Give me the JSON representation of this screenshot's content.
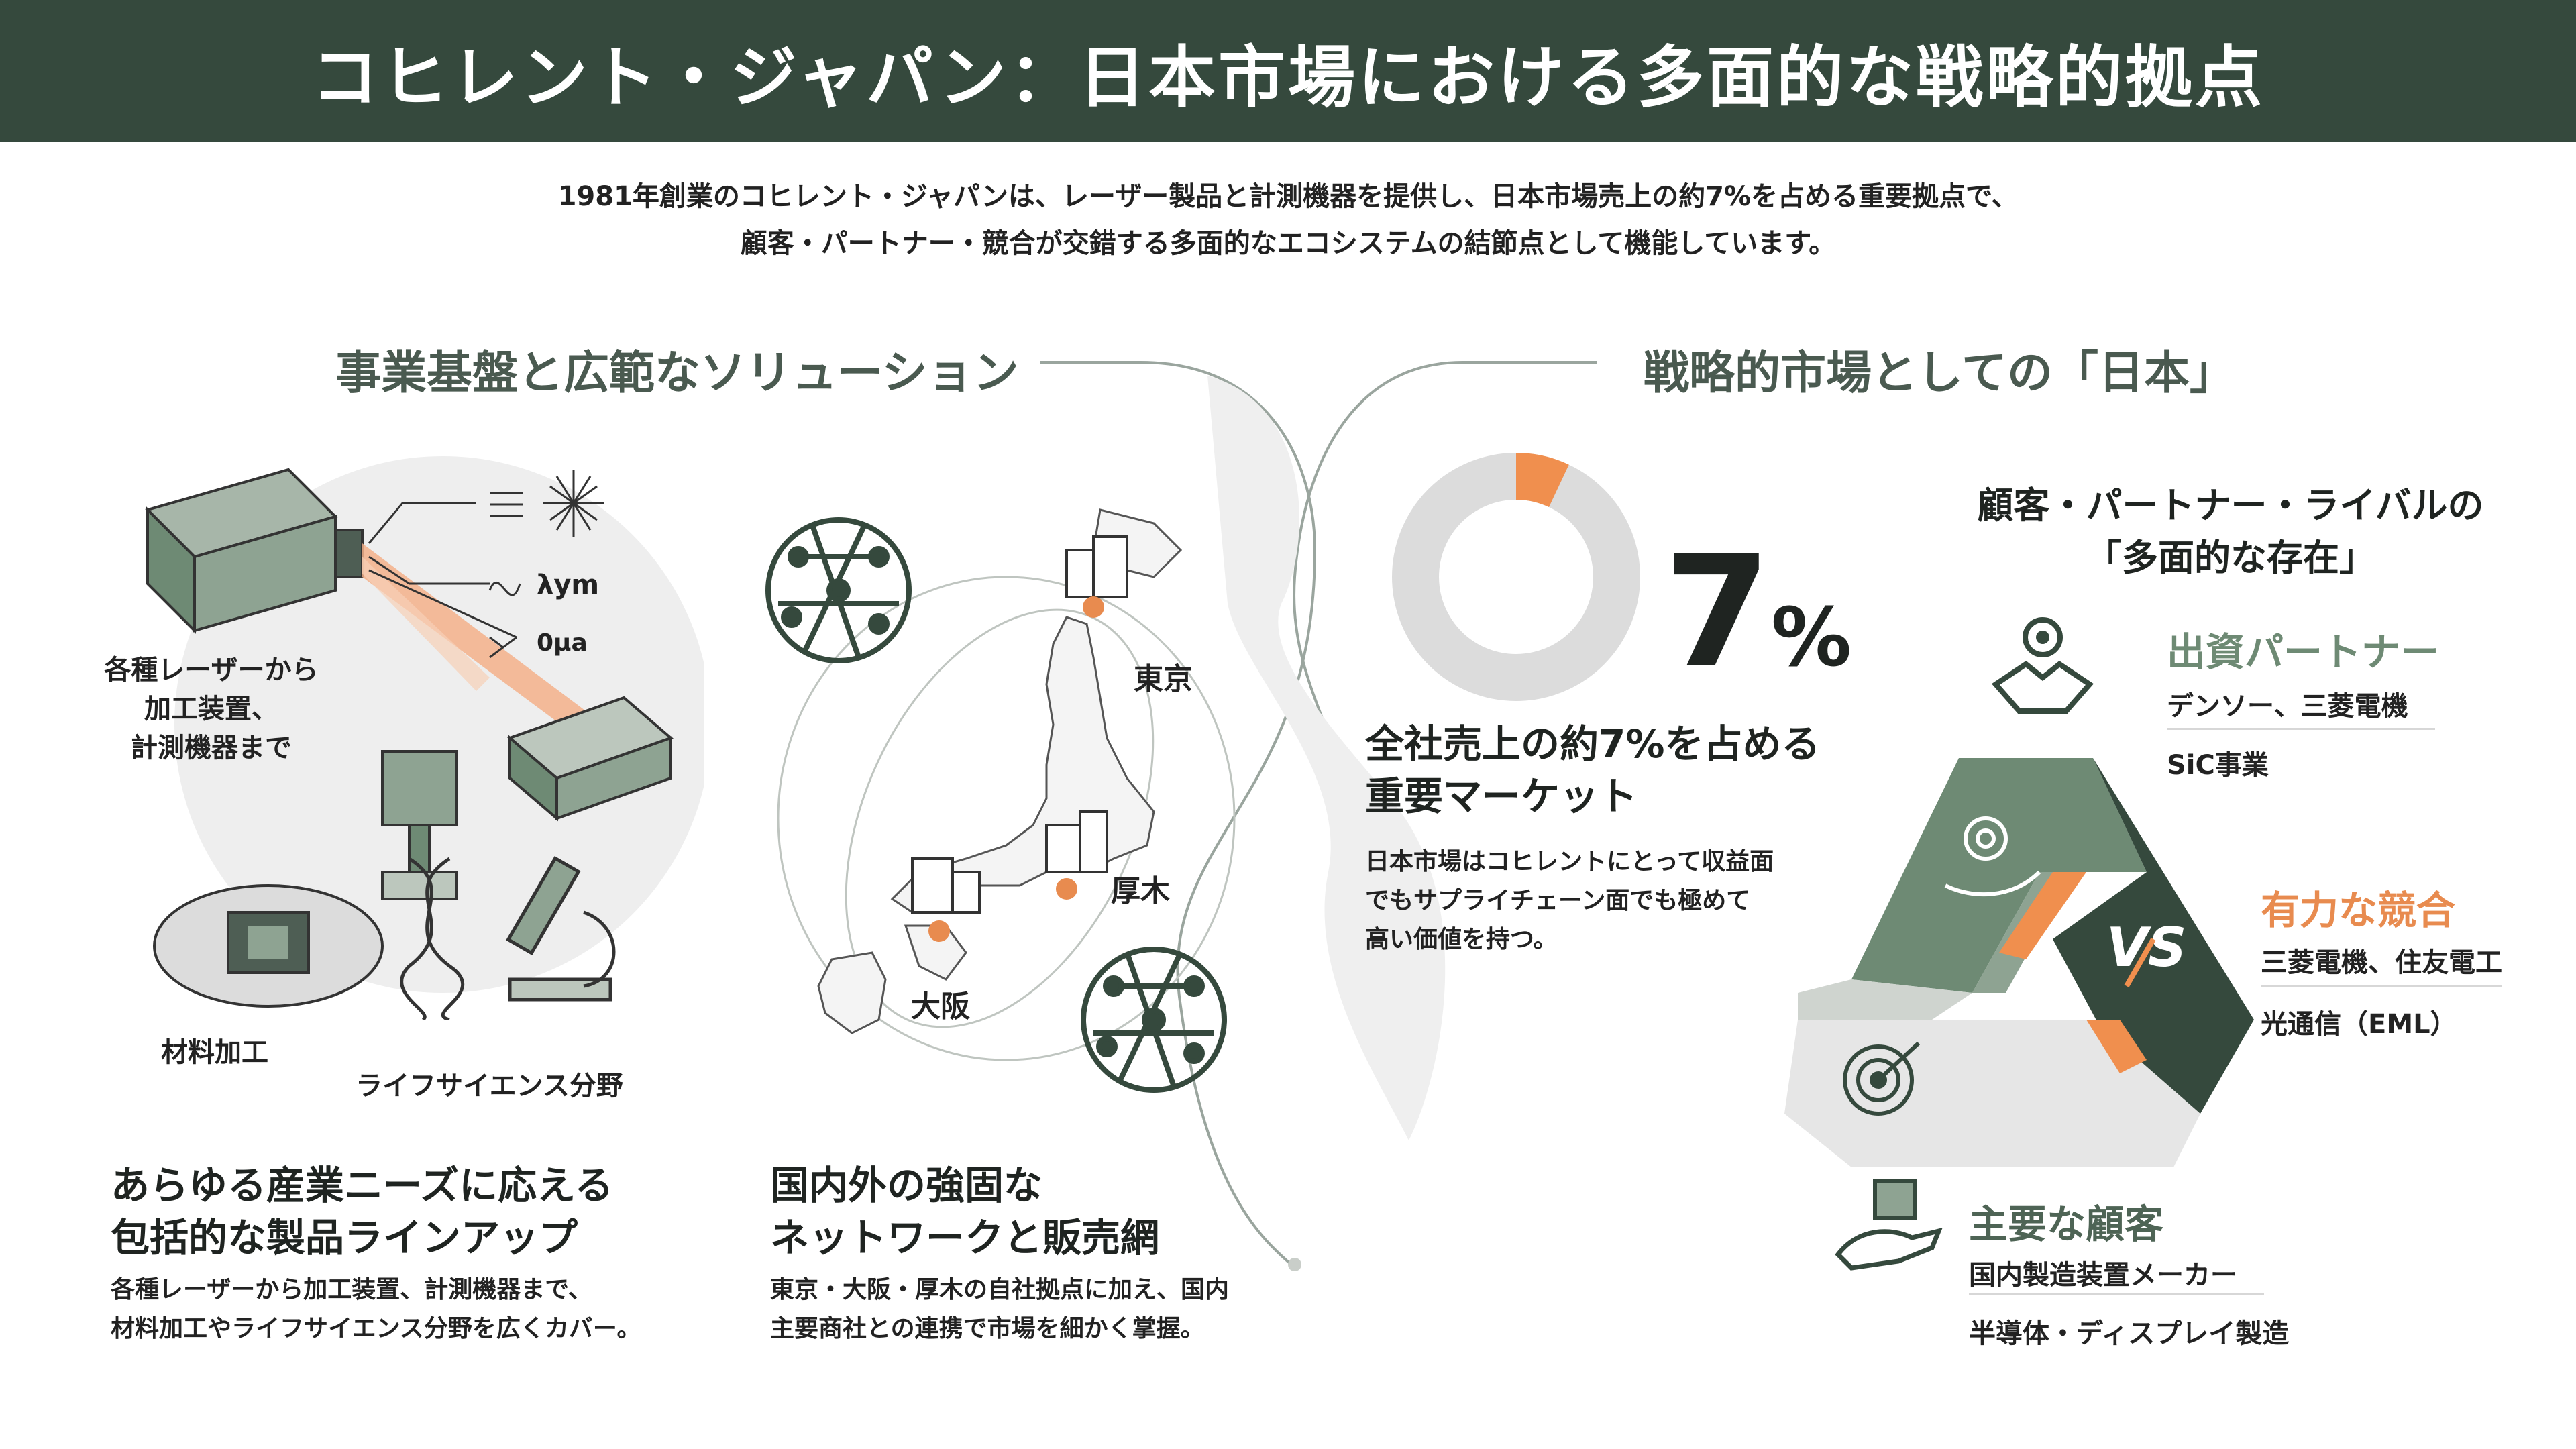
{
  "header": {
    "title": "コヒレント・ジャパン：日本市場における多面的な戦略的拠点"
  },
  "intro": {
    "line1": "1981年創業のコヒレント・ジャパンは、レーザー製品と計測機器を提供し、日本市場売上の約7%を占める重要拠点で、",
    "line2": "顧客・パートナー・競合が交錯する多面的なエコシステムの結節点として機能しています。"
  },
  "left_section": {
    "title": "事業基盤と広範なソリューション",
    "laser_labels": [
      "λym",
      "0μa"
    ],
    "laser_caption": [
      "各種レーザーから",
      "加工装置、",
      "計測機器まで"
    ],
    "material_label": "材料加工",
    "life_label": "ライフサイエンス分野",
    "lineup_heading": [
      "あらゆる産業ニーズに応える",
      "包括的な製品ラインアップ"
    ],
    "lineup_text": [
      "各種レーザーから加工装置、計測機器まで、",
      "材料加工やライフサイエンス分野を広くカバー。"
    ],
    "network_heading": [
      "国内外の強固な",
      "ネットワークと販売網"
    ],
    "network_text": [
      "東京・大阪・厚木の自社拠点に加え、国内",
      "主要商社との連携で市場を細かく掌握。"
    ],
    "cities": {
      "tokyo": "東京",
      "atsugi": "厚木",
      "osaka": "大阪"
    }
  },
  "right_section": {
    "title": "戦略的市場としての「日本」",
    "share": {
      "value_label": "7",
      "unit": "%",
      "fraction": 0.07,
      "heading": [
        "全社売上の約7%を占める",
        "重要マーケット"
      ],
      "text": [
        "日本市場はコヒレントにとって収益面",
        "でもサプライチェーン面でも極めて",
        "高い価値を持つ。"
      ]
    },
    "ecosystem_title": [
      "顧客・パートナー・ライバルの",
      "「多面的な存在」"
    ],
    "vs_label": "VS",
    "partners": {
      "title": "出資パートナー",
      "items": [
        "デンソー、三菱電機",
        "SiC事業"
      ]
    },
    "competitors": {
      "title": "有力な競合",
      "items": [
        "三菱電機、住友電工",
        "光通信（EML）"
      ]
    },
    "customers": {
      "title": "主要な顧客",
      "items": [
        "国内製造装置メーカー",
        "半導体・ディスプレイ製造"
      ]
    }
  },
  "colors": {
    "header_bg": "#35493d",
    "green": "#6e8a74",
    "dark_green": "#35493d",
    "orange": "#e88b4f",
    "light_gray": "#e6e6e6"
  }
}
